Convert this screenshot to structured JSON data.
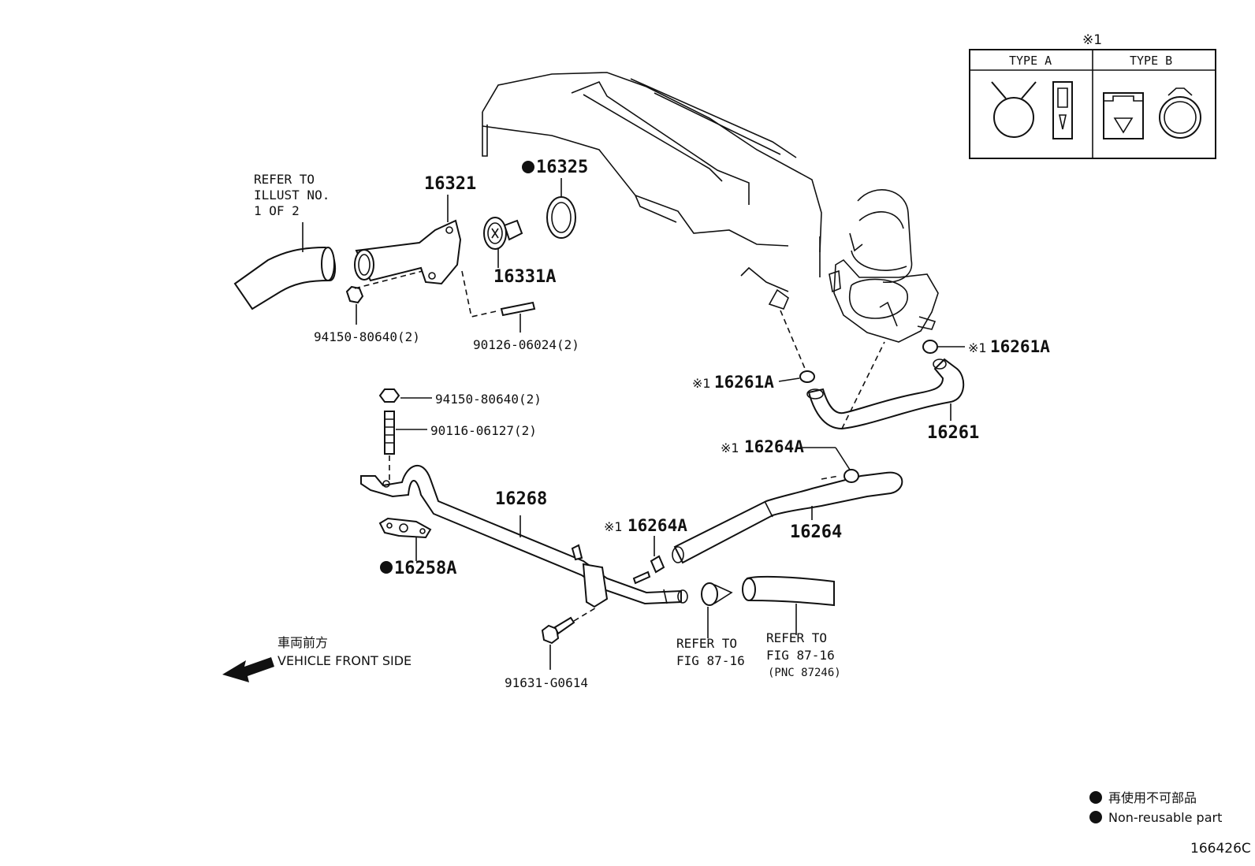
{
  "legend": {
    "mark": "※1",
    "type_a": "TYPE A",
    "type_b": "TYPE B"
  },
  "refs": {
    "illust_line1": "REFER TO",
    "illust_line2": "ILLUST NO.",
    "illust_line3": "1 OF 2",
    "fig_a_line1": "REFER TO",
    "fig_a_line2": "FIG 87-16",
    "fig_b_line1": "REFER TO",
    "fig_b_line2": "FIG 87-16",
    "fig_b_line3": "(PNC 87246)"
  },
  "parts": {
    "p16321": "16321",
    "p16325": "16325",
    "p16331A": "16331A",
    "p94150a": "94150-80640(2)",
    "p90126": "90126-06024(2)",
    "p16261A_left": "16261A",
    "p16261A_right": "16261A",
    "p16261": "16261",
    "p94150b": "94150-80640(2)",
    "p90116": "90116-06127(2)",
    "p16264A_upper": "16264A",
    "p16264": "16264",
    "p16268": "16268",
    "p16264A_lower": "16264A",
    "p16258A": "16258A",
    "p91631": "91631-G0614"
  },
  "marks": {
    "ref1": "※1",
    "ref2": "※1",
    "ref3": "※1",
    "ref4": "※1"
  },
  "direction": {
    "jp": "車両前方",
    "en": "VEHICLE FRONT SIDE"
  },
  "footer": {
    "nonreuse_jp": "再使用不可部品",
    "nonreuse_en": "Non-reusable part",
    "code": "166426C"
  }
}
